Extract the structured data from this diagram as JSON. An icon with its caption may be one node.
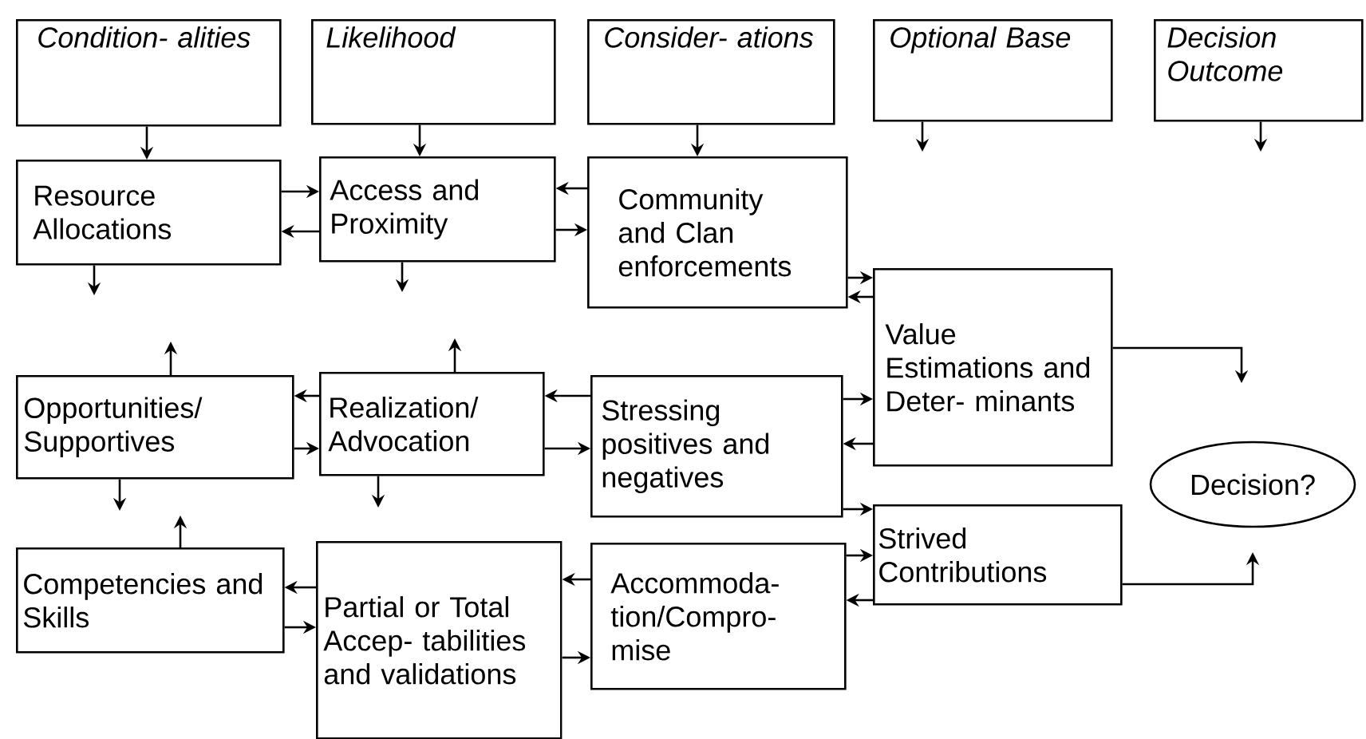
{
  "diagram": {
    "nodes": [
      {
        "text": [
          "Condition- alities"
        ]
      },
      {
        "text": [
          "Likelihood"
        ]
      },
      {
        "text": [
          "Consider- ations"
        ]
      },
      {
        "text": [
          "Optional Base"
        ]
      },
      {
        "text": [
          "Decision Outcome"
        ]
      },
      {
        "text": [
          "Resource Allocations"
        ]
      },
      {
        "text": [
          "Access and Proximity"
        ]
      },
      {
        "text": [
          "Community and Clan enforcements"
        ]
      },
      {
        "text": [
          "Value Estimations and Deter- minants"
        ]
      },
      {
        "text": [
          "Opportunities/ Supportives"
        ]
      },
      {
        "text": [
          "Realization/ Advocation"
        ]
      },
      {
        "text": [
          "Stressing positives and negatives"
        ]
      },
      {
        "text": [
          "Decision?"
        ]
      },
      {
        "text": [
          "Strived Contributions"
        ]
      },
      {
        "text": [
          "Competencies and Skills"
        ]
      },
      {
        "text": [
          "Partial or Total Accep- tabilities and validations"
        ]
      },
      {
        "text": [
          "Accommoda- tion/Compro- mise"
        ]
      }
    ],
    "edges": [
      {
        "from": 0,
        "to": 5,
        "arrow": "to"
      },
      {
        "from": 1,
        "to": 6,
        "arrow": "to"
      },
      {
        "from": 2,
        "to": 7,
        "arrow": "to"
      },
      {
        "from": 3,
        "to": null,
        "arrow": "to"
      },
      {
        "from": 4,
        "to": null,
        "arrow": "to"
      },
      {
        "from": 5,
        "to": 6,
        "arrow": "to"
      },
      {
        "from": 6,
        "to": 5,
        "arrow": "to"
      },
      {
        "from": 7,
        "to": 6,
        "arrow": "to"
      },
      {
        "from": 6,
        "to": 7,
        "arrow": "to"
      },
      {
        "from": 5,
        "to": null,
        "arrow": "to"
      },
      {
        "from": 6,
        "to": null,
        "arrow": "to"
      },
      {
        "from": 7,
        "to": 8,
        "arrow": "to"
      },
      {
        "from": 8,
        "to": 7,
        "arrow": "to"
      },
      {
        "from": 9,
        "to": null,
        "arrow": "to"
      },
      {
        "from": 10,
        "to": null,
        "arrow": "to"
      },
      {
        "from": 10,
        "to": 9,
        "arrow": "to"
      },
      {
        "from": 9,
        "to": 10,
        "arrow": "to"
      },
      {
        "from": 11,
        "to": 10,
        "arrow": "to"
      },
      {
        "from": 10,
        "to": 11,
        "arrow": "to"
      },
      {
        "from": 11,
        "to": 8,
        "arrow": "to"
      },
      {
        "from": 8,
        "to": 11,
        "arrow": "to"
      },
      {
        "from": 8,
        "to": null,
        "arrow": "to"
      },
      {
        "from": 9,
        "to": null,
        "arrow": "to"
      },
      {
        "from": 10,
        "to": null,
        "arrow": "to"
      },
      {
        "from": 14,
        "to": null,
        "arrow": "to"
      },
      {
        "from": 11,
        "to": 13,
        "arrow": "to"
      },
      {
        "from": 16,
        "to": 13,
        "arrow": "to"
      },
      {
        "from": 13,
        "to": 16,
        "arrow": "to"
      },
      {
        "from": 13,
        "to": null,
        "arrow": "to"
      },
      {
        "from": 15,
        "to": 14,
        "arrow": "to"
      },
      {
        "from": 14,
        "to": 15,
        "arrow": "to"
      },
      {
        "from": 16,
        "to": 15,
        "arrow": "to"
      },
      {
        "from": 15,
        "to": 16,
        "arrow": "to"
      }
    ]
  }
}
